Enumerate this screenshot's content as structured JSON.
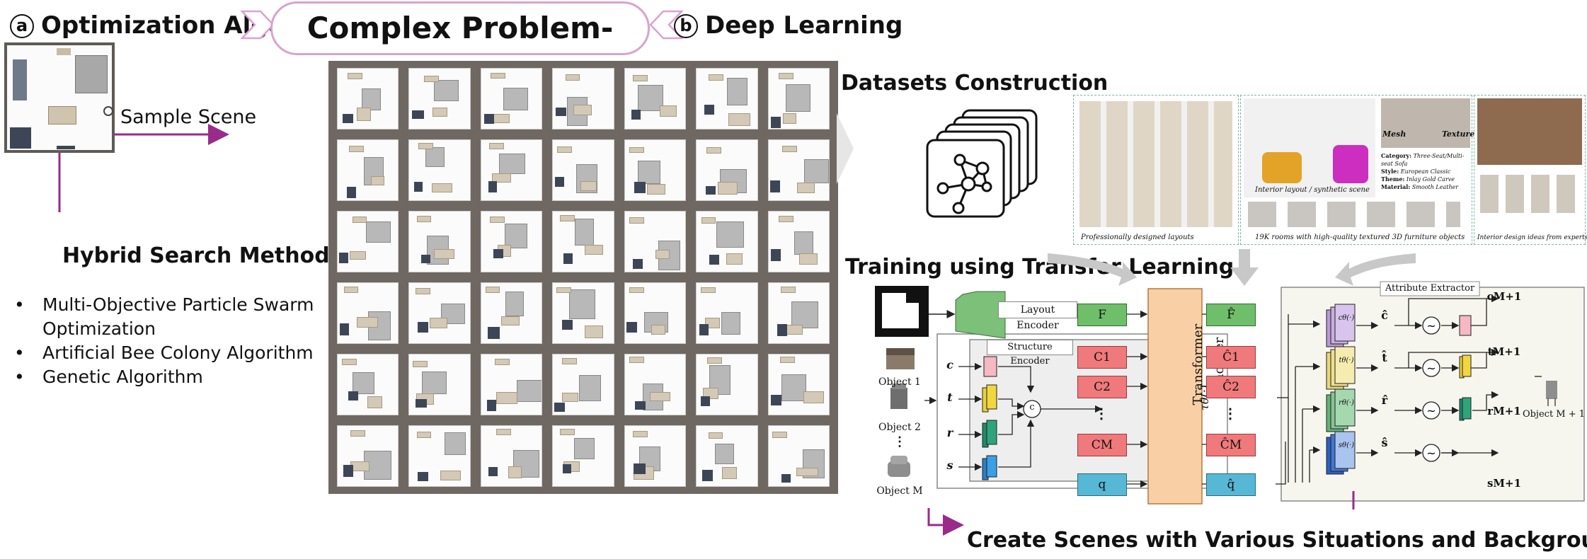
{
  "title": "Complex Problem-Solving Method",
  "left": {
    "marker": "a",
    "heading": "Optimization Algorithms",
    "sample_scene": "Sample Scene",
    "hybrid": "Hybrid Search Method",
    "bullets": [
      "Multi-Objective Particle Swarm Optimization",
      "Artificial Bee Colony Algorithm",
      "Genetic Algorithm"
    ]
  },
  "right": {
    "marker": "b",
    "heading": "Deep Learning",
    "datasets": "Datasets Construction",
    "training": "Training using Transfer Learning",
    "create": "Create Scenes with Various Situations and Backgrounds",
    "thumbs": {
      "caption1": "Professionally designed layouts",
      "caption2": "19K rooms with high-quality textured 3D furniture objects",
      "caption3": "Interior design ideas from experts",
      "interior": "Interior layout / synthetic scene",
      "mesh": "Mesh",
      "texture": "Texture",
      "meta_keys": [
        "Category:",
        "Style:",
        "Theme:",
        "Material:"
      ],
      "meta_vals": [
        "Three-Seat/Multi-seat Sofa",
        "European Classic",
        "Inlay Gold Carve",
        "Smooth Leather"
      ]
    },
    "diagram": {
      "layout_encoder": "Layout Encoder",
      "structure_encoder": "Structure Encoder",
      "transformer": "Transformer Encoder",
      "attr_extractor": "Attribute Extractor",
      "objects": [
        "Object 1",
        "Object 2",
        "⋮",
        "Object M"
      ],
      "object_out": "Object M + 1",
      "attrs_in": [
        "c",
        "t",
        "r",
        "s"
      ],
      "f": "F",
      "f_hat": "F̂",
      "c_rows": [
        "C1",
        "C2",
        "⋮",
        "CM"
      ],
      "c_hat_rows": [
        "Ĉ1",
        "Ĉ2",
        "⋮",
        "ĈM"
      ],
      "q": "q",
      "q_hat": "q̂",
      "tau": "τθ(·)",
      "m": "M",
      "concat": "c",
      "funcs": [
        "cθ(·)",
        "tθ(·)",
        "rθ(·)",
        "sθ(·)"
      ],
      "hats": [
        "ĉ",
        "t̂",
        "r̂",
        "ŝ"
      ],
      "outs": [
        "cM+1",
        "tM+1",
        "rM+1",
        "sM+1"
      ]
    }
  }
}
